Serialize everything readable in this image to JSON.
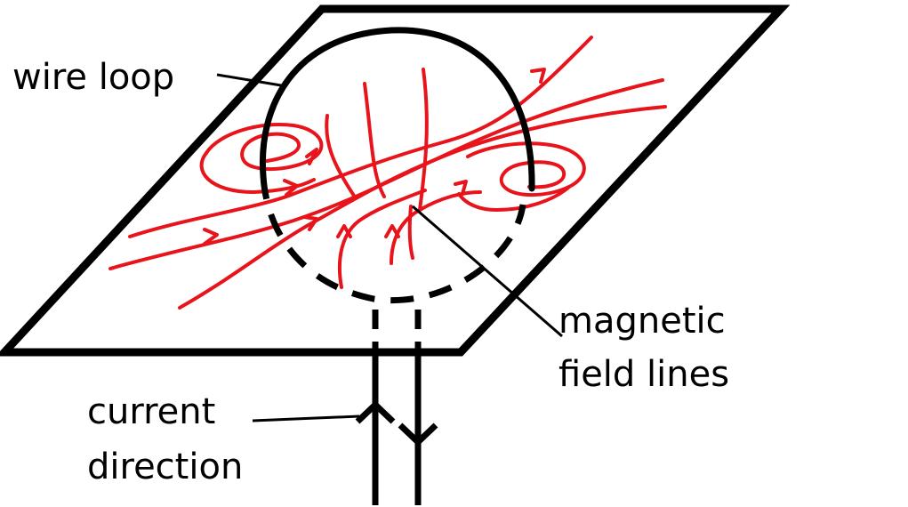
{
  "labels": {
    "wire_loop": "wire loop",
    "magnetic_line1": "magnetic",
    "magnetic_line2": "field lines",
    "current_line1": "current",
    "current_line2": "direction"
  },
  "colors": {
    "field": "#e8141b",
    "wire": "#000000",
    "plane": "#000000",
    "background": "#ffffff"
  }
}
